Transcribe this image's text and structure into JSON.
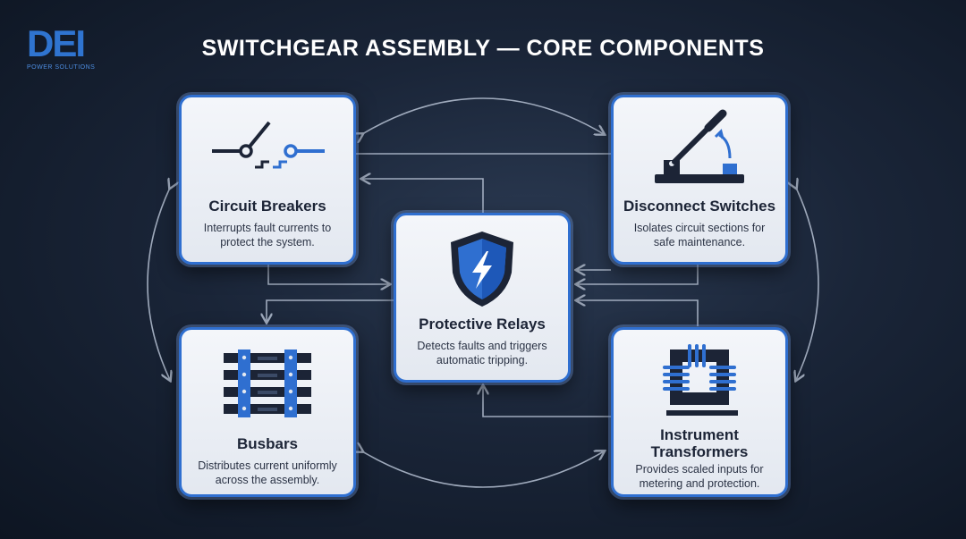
{
  "logo": {
    "mark": "DEI",
    "subtitle": "POWER SOLUTIONS"
  },
  "title": "SWITCHGEAR ASSEMBLY — CORE COMPONENTS",
  "components": {
    "circuit_breakers": {
      "heading": "Circuit Breakers",
      "desc": "Interrupts fault currents to protect the system.",
      "icon": "circuit-breaker-icon"
    },
    "disconnect_switches": {
      "heading": "Disconnect Switches",
      "desc": "Isolates circuit sections for safe maintenance.",
      "icon": "knife-switch-icon"
    },
    "protective_relays": {
      "heading": "Protective Relays",
      "desc": "Detects faults and triggers automatic tripping.",
      "icon": "shield-lightning-icon"
    },
    "busbars": {
      "heading": "Busbars",
      "desc": "Distributes current uniformly across the assembly.",
      "icon": "busbar-icon"
    },
    "instrument_transformers": {
      "heading": "Instrument Transformers",
      "desc": "Provides scaled inputs for metering and protection.",
      "icon": "transformer-core-icon"
    }
  },
  "colors": {
    "accent": "#2f6fd0",
    "card_bg": "#eef1f6",
    "text_dark": "#1c2436",
    "connector": "#b7c2d4",
    "background": "#1a2538"
  }
}
